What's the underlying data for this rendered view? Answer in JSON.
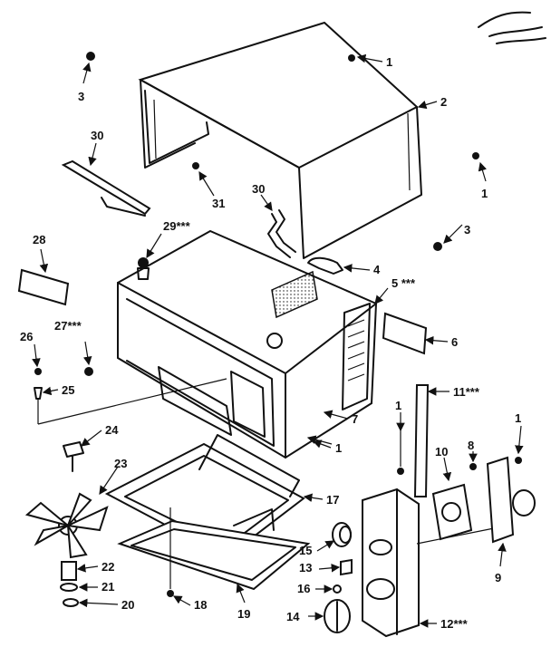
{
  "callouts": [
    {
      "id": "c1a",
      "text": "1"
    },
    {
      "id": "c1b",
      "text": "1"
    },
    {
      "id": "c1c",
      "text": "1"
    },
    {
      "id": "c1d",
      "text": "1"
    },
    {
      "id": "c1e",
      "text": "1"
    },
    {
      "id": "c2",
      "text": "2"
    },
    {
      "id": "c3a",
      "text": "3"
    },
    {
      "id": "c3b",
      "text": "3"
    },
    {
      "id": "c4",
      "text": "4"
    },
    {
      "id": "c5",
      "text": "5 ***"
    },
    {
      "id": "c6",
      "text": "6"
    },
    {
      "id": "c7",
      "text": "7"
    },
    {
      "id": "c8",
      "text": "8"
    },
    {
      "id": "c9",
      "text": "9"
    },
    {
      "id": "c10",
      "text": "10"
    },
    {
      "id": "c11",
      "text": "11***"
    },
    {
      "id": "c12",
      "text": "12***"
    },
    {
      "id": "c13",
      "text": "13"
    },
    {
      "id": "c14",
      "text": "14"
    },
    {
      "id": "c15",
      "text": "15"
    },
    {
      "id": "c16",
      "text": "16"
    },
    {
      "id": "c17",
      "text": "17"
    },
    {
      "id": "c18",
      "text": "18"
    },
    {
      "id": "c19",
      "text": "19"
    },
    {
      "id": "c20",
      "text": "20"
    },
    {
      "id": "c21",
      "text": "21"
    },
    {
      "id": "c22",
      "text": "22"
    },
    {
      "id": "c23",
      "text": "23"
    },
    {
      "id": "c24",
      "text": "24"
    },
    {
      "id": "c25",
      "text": "25"
    },
    {
      "id": "c26",
      "text": "26"
    },
    {
      "id": "c27",
      "text": "27***"
    },
    {
      "id": "c28",
      "text": "28"
    },
    {
      "id": "c29",
      "text": "29***"
    },
    {
      "id": "c30a",
      "text": "30"
    },
    {
      "id": "c30b",
      "text": "30"
    },
    {
      "id": "c31",
      "text": "31"
    }
  ]
}
